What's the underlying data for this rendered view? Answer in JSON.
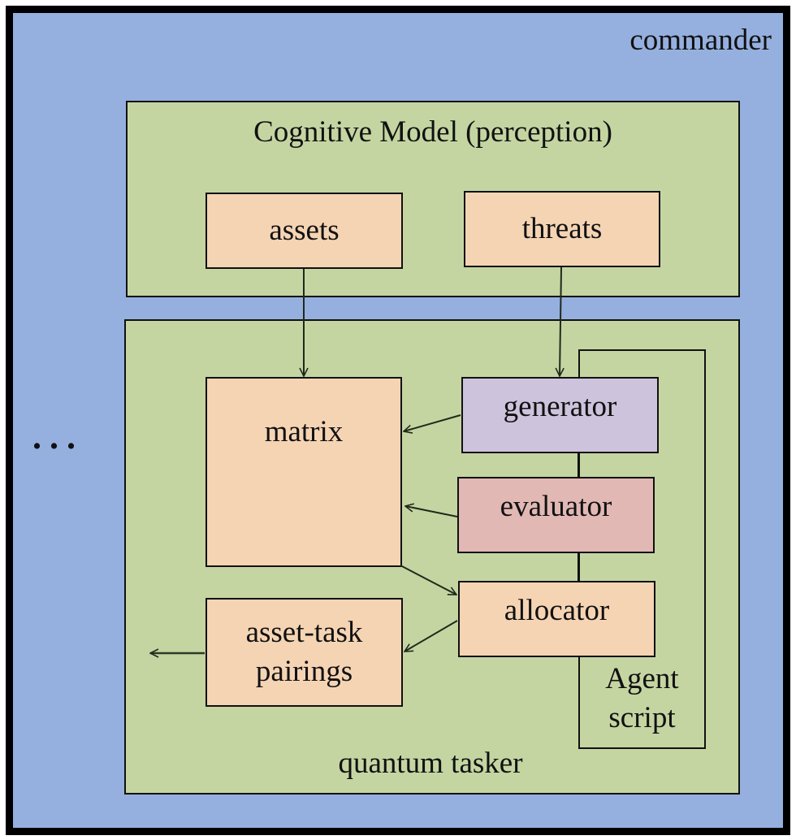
{
  "diagram": {
    "outer": {
      "label": "commander",
      "fill": "#95b0df"
    },
    "ellipsis": "...",
    "cognitive_model": {
      "label": "Cognitive Model (perception)",
      "fill": "#c4d5a2",
      "children": [
        {
          "id": "assets",
          "label": "assets",
          "fill": "#f5d4b4"
        },
        {
          "id": "threats",
          "label": "threats",
          "fill": "#f5d4b4"
        }
      ]
    },
    "quantum_tasker": {
      "label": "quantum tasker",
      "fill": "#c4d5a2",
      "children": [
        {
          "id": "matrix",
          "label": "matrix",
          "fill": "#f5d4b4"
        },
        {
          "id": "generator",
          "label": "generator",
          "fill": "#cdc3dc"
        },
        {
          "id": "evaluator",
          "label": "evaluator",
          "fill": "#e1b8b4"
        },
        {
          "id": "allocator",
          "label": "allocator",
          "fill": "#f5d4b4"
        },
        {
          "id": "pairings",
          "label_line1": "asset-task",
          "label_line2": "pairings",
          "fill": "#f5d4b4"
        }
      ],
      "agent_script": {
        "label_line1": "Agent",
        "label_line2": "script"
      }
    },
    "edges": [
      {
        "from": "assets",
        "to": "matrix",
        "type": "arrow"
      },
      {
        "from": "threats",
        "to": "generator",
        "type": "arrow"
      },
      {
        "from": "generator",
        "to": "matrix",
        "type": "arrow"
      },
      {
        "from": "evaluator",
        "to": "matrix",
        "type": "arrow"
      },
      {
        "from": "matrix",
        "to": "allocator",
        "type": "arrow"
      },
      {
        "from": "allocator",
        "to": "pairings",
        "type": "arrow"
      },
      {
        "from": "pairings",
        "to": "outside",
        "type": "arrow"
      },
      {
        "from": "generator",
        "to": "evaluator",
        "type": "line"
      },
      {
        "from": "evaluator",
        "to": "allocator",
        "type": "line"
      }
    ]
  }
}
